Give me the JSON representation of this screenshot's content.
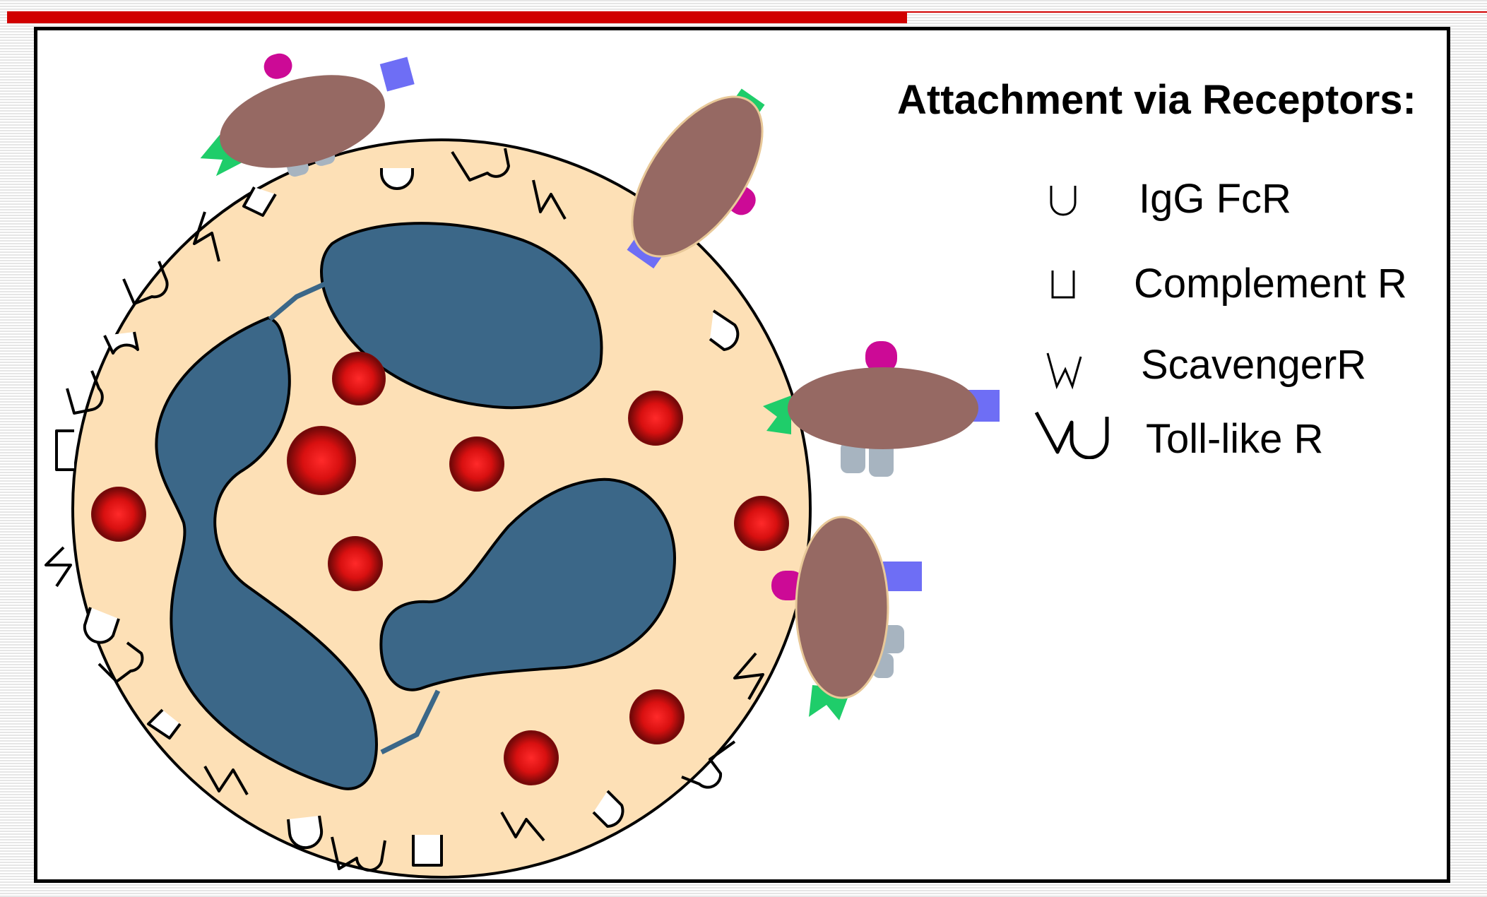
{
  "colors": {
    "frame": "#000000",
    "accent_bar": "#d10000",
    "cell_cytoplasm": "#fde0b6",
    "nucleus": "#3b6788",
    "granule": "#e01010",
    "bacterium": "#966963",
    "antigen_magenta": "#cc0a96",
    "antigen_blue": "#6e6ef5",
    "antigen_green": "#1fcd6a",
    "antigen_gray": "#a7b4c0"
  },
  "legend": {
    "title": "Attachment via Receptors:",
    "items": [
      {
        "label": "IgG FcR",
        "icon": "igg-fc-receptor-icon"
      },
      {
        "label": "Complement R",
        "icon": "complement-receptor-icon"
      },
      {
        "label": "ScavengerR",
        "icon": "scavenger-receptor-icon"
      },
      {
        "label": "Toll-like R",
        "icon": "toll-like-receptor-icon"
      }
    ]
  }
}
